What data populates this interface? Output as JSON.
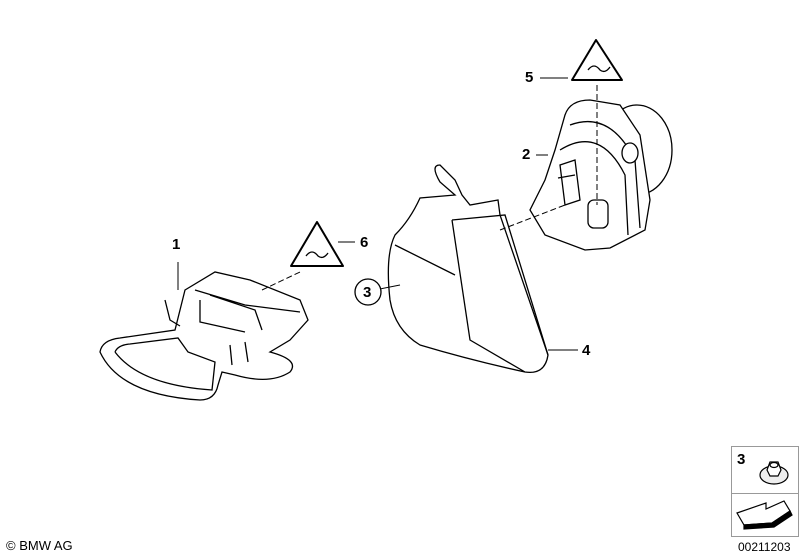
{
  "callouts": {
    "c1": "1",
    "c2": "2",
    "c3": "3",
    "c4": "4",
    "c5": "5",
    "c6": "6"
  },
  "legend": {
    "item_number": "3"
  },
  "copyright": "© BMW AG",
  "document_number": "00211203"
}
